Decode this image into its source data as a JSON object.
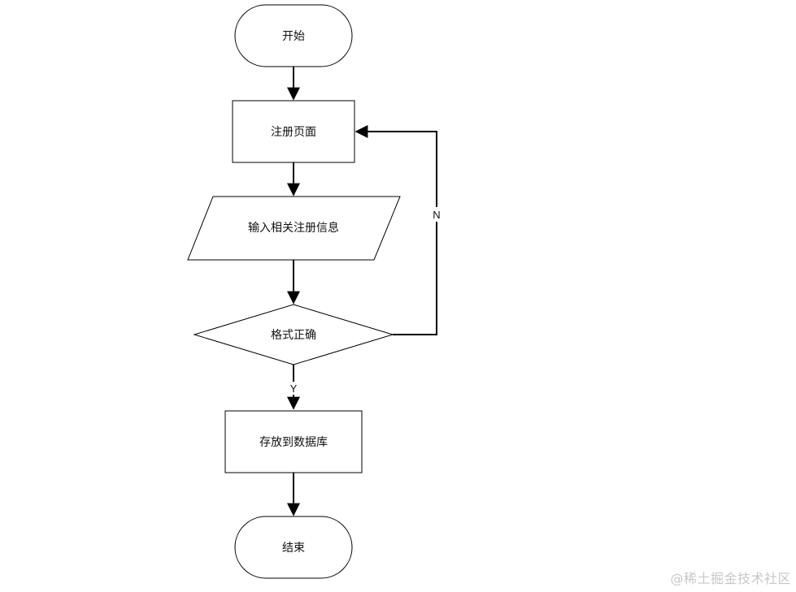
{
  "flowchart": {
    "nodes": {
      "start": "开始",
      "register_page": "注册页面",
      "input_info": "输入相关注册信息",
      "format_check": "格式正确",
      "save_db": "存放到数据库",
      "end": "结束"
    },
    "edges": {
      "yes_label": "Y",
      "no_label": "N"
    }
  },
  "watermark": "@稀土掘金技术社区"
}
